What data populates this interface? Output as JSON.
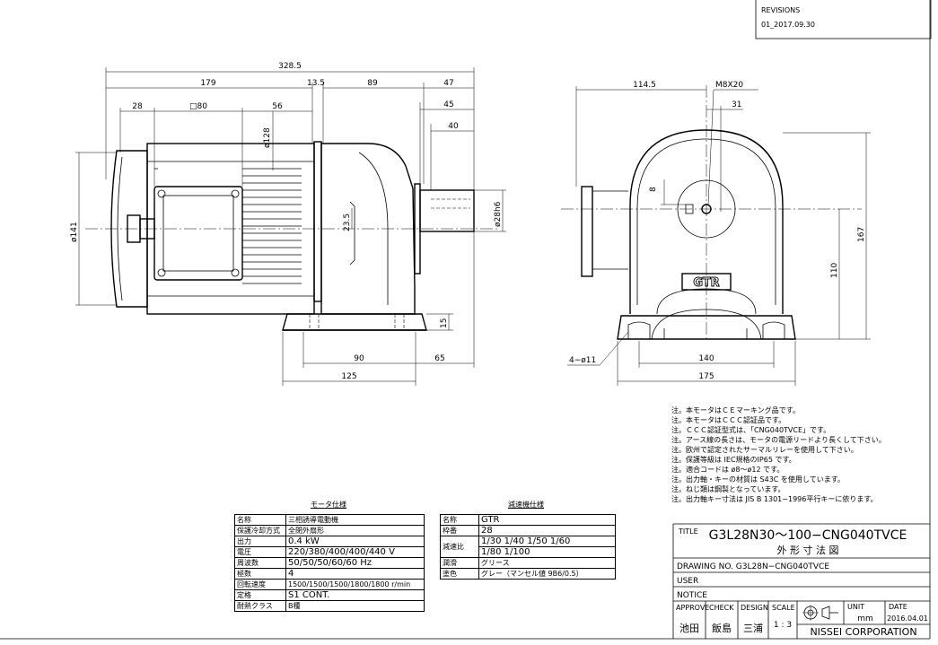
{
  "revisions": {
    "label": "REVISIONS",
    "entry": "01_2017.09.30"
  },
  "side_view_dims": {
    "overall": "328.5",
    "motor_len": "179",
    "flange": "13.5",
    "gear_len": "89",
    "shaft_len": "47",
    "shaft_45": "45",
    "shaft_40": "40",
    "d28": "28",
    "sq80": "□80",
    "d56": "56",
    "dia128": "ø128",
    "dia141": "ø141",
    "h23_5": "23.5",
    "shaft_dia": "ø28h6",
    "foot_h": "15",
    "w90": "90",
    "w65": "65",
    "w125": "125"
  },
  "front_view_dims": {
    "w114_5": "114.5",
    "thread": "M8X20",
    "d31": "31",
    "key8": "8",
    "h167": "167",
    "h110": "110",
    "holes": "4−ø11",
    "w140": "140",
    "w175": "175",
    "logo": "GTR"
  },
  "notes": [
    "注。本モータはＣＥマーキング品です。",
    "注。本モータはＣＣＣ認証品です。",
    "注。ＣＣＣ認証型式は、「CNG040TVCE」です。",
    "注。アース線の長さは、モータの電源リードより長くして下さい。",
    "注。欧州で認定されたサーマルリレーを使用して下さい。",
    "注。保護等級は IEC規格のIP65 です。",
    "注。適合コードは ø8～ø12 です。",
    "注。出力軸・キーの材質は S43C を使用しています。",
    "注。ねじ類は鋼製となっています。",
    "注。出力軸キー寸法は JIS B 1301−1996平行キーに依ります。"
  ],
  "motor_spec": {
    "title": "モータ仕様",
    "rows": [
      [
        "名称",
        "三相誘導電動機"
      ],
      [
        "保護冷却方式",
        "全閉外扇形"
      ],
      [
        "出力",
        "0.4 kW"
      ],
      [
        "電圧",
        "220/380/400/400/440 V"
      ],
      [
        "周波数",
        "50/50/50/60/60 Hz"
      ],
      [
        "極数",
        "4"
      ],
      [
        "回転速度",
        "1500/1500/1500/1800/1800 r/min"
      ],
      [
        "定格",
        "S1 CONT."
      ],
      [
        "耐熱クラス",
        "B種"
      ]
    ]
  },
  "reducer_spec": {
    "title": "減速機仕様",
    "name_label": "名称",
    "name_value": "GTR",
    "frame_label": "枠番",
    "frame_value": "28",
    "ratio_label": "減速比",
    "ratio_line1": "1/30 1/40 1/50 1/60",
    "ratio_line2": "1/80 1/100",
    "lube_label": "潤滑",
    "lube_value": "グリース",
    "paint_label": "塗色",
    "paint_value": "グレー（マンセル値 9B6/0.5）"
  },
  "title_block": {
    "title_label": "TITLE",
    "model": "G3L28N30～100−CNG040TVCE",
    "subtitle": "外 形 寸 法 図",
    "drawing_no": "DRAWING NO. G3L28N−CNG040TVCE",
    "user": "USER",
    "notice": "NOTICE",
    "approve": "APPROVE",
    "check": "CHECK",
    "design": "DESIGN",
    "scale": "SCALE",
    "unit": "UNIT",
    "date": "DATE",
    "approve_name": "池田",
    "check_name": "飯島",
    "design_name": "三浦",
    "scale_value": "1 : 3",
    "unit_value": "mm",
    "date_value": "2016.04.01",
    "company": "NISSEI CORPORATION"
  }
}
